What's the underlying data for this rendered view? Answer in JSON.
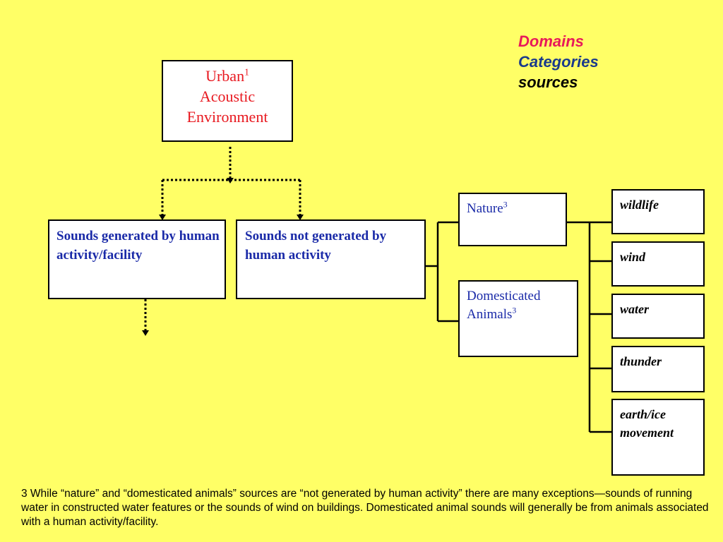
{
  "legend": {
    "domains": "Domains",
    "categories": "Categories",
    "sources": "sources",
    "colors": {
      "domains": "#e8195a",
      "categories": "#1a3a8c",
      "sources": "#000000"
    }
  },
  "root": {
    "line1": "Urban",
    "line1_sup": "1",
    "line2": "Acoustic",
    "line3": "Environment"
  },
  "domains": {
    "human": "Sounds generated by human activity/facility",
    "nonhuman": "Sounds not generated by human activity"
  },
  "categories": {
    "nature": "Nature",
    "nature_sup": "3",
    "domesticated_line1": "Domesticated",
    "domesticated_line2": "Animals",
    "domesticated_sup": "3"
  },
  "sources": {
    "wildlife": "wildlife",
    "wind": "wind",
    "water": "water",
    "thunder": "thunder",
    "earth_line1": "earth/ice",
    "earth_line2": "movement"
  },
  "footnote": "3 While “nature” and “domesticated animals” sources are “not generated by human activity” there are many exceptions—sounds of running water in constructed water features or the sounds of wind on buildings. Domesticated animal sounds will generally be from animals associated with a human activity/facility."
}
